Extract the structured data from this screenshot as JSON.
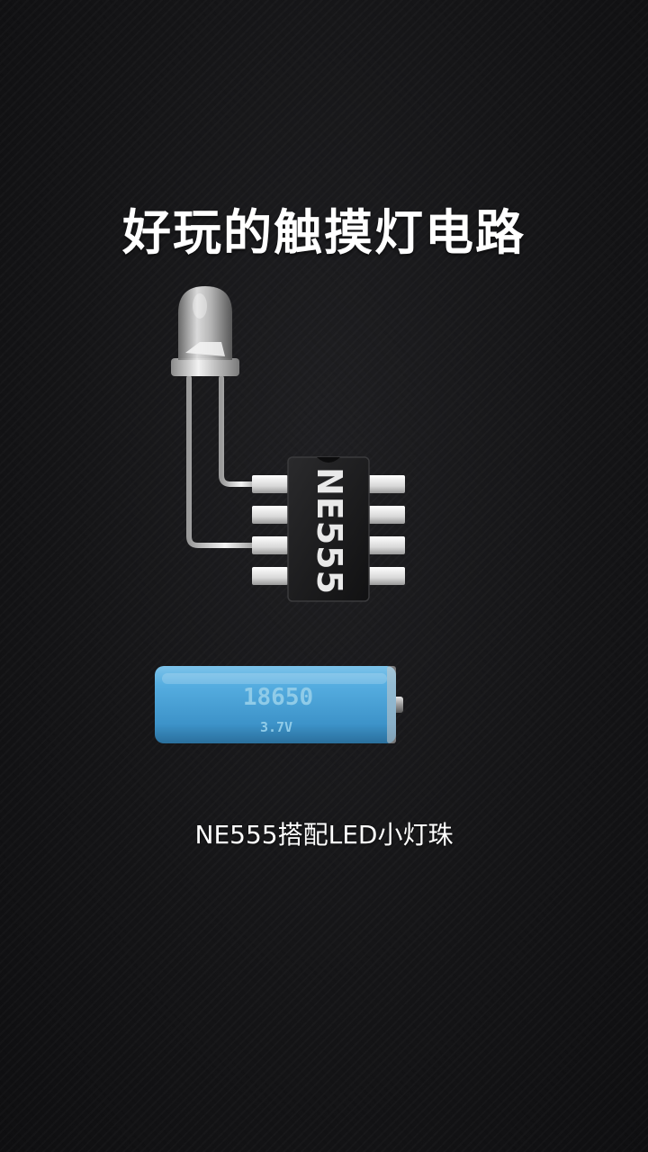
{
  "title": "好玩的触摸灯电路",
  "chip": {
    "label": "NE555"
  },
  "battery": {
    "model": "18650",
    "voltage": "3.7V"
  },
  "caption": "NE555搭配LED小灯珠",
  "colors": {
    "background": "#141416",
    "battery_body": "#4aa3d6",
    "chip_body": "#1b1b1d",
    "pin_metal": "#e6e6e6",
    "text": "#ffffff"
  }
}
